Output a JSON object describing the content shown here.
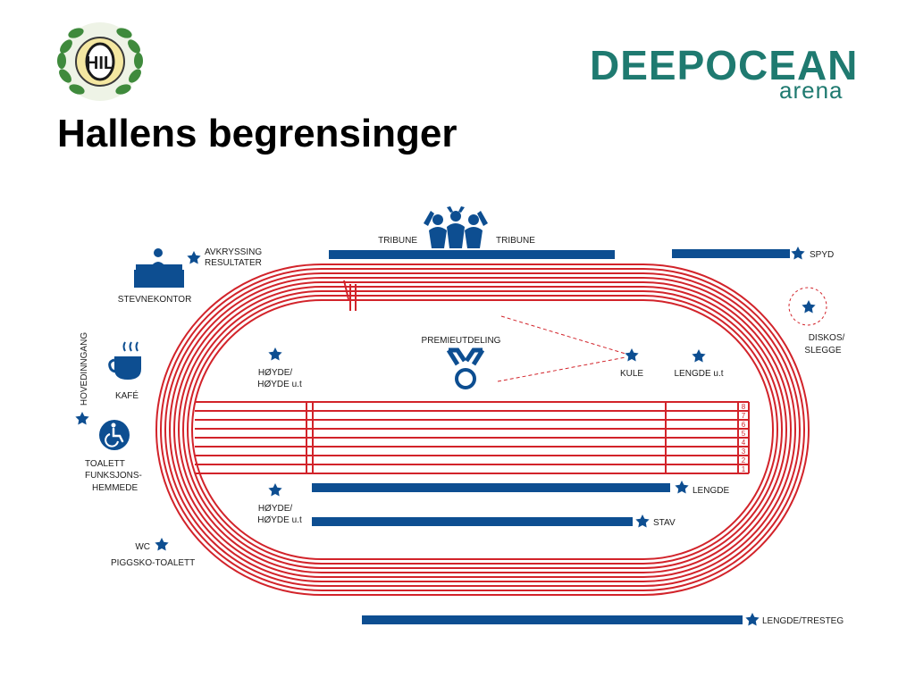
{
  "header": {
    "title": "Hallens begrensinger",
    "club_logo_text": "HIL",
    "brand": {
      "name": "DEEPOCEAN",
      "sub": "arena"
    }
  },
  "colors": {
    "track": "#d2232a",
    "navy": "#0d4e91",
    "brand_teal": "#1f7a70",
    "laurel": "#3f8a3c"
  },
  "labels": {
    "tribune_left": "TRIBUNE",
    "tribune_right": "TRIBUNE",
    "spyd": "SPYD",
    "avkryssing_1": "AVKRYSSING",
    "avkryssing_2": "RESULTATER",
    "stevnekontor": "STEVNEKONTOR",
    "diskos_1": "DISKOS/",
    "diskos_2": "SLEGGE",
    "premieutdeling": "PREMIEUTDELING",
    "kule": "KULE",
    "lengde_ut": "LENGDE u.t",
    "hoyde_top_1": "HØYDE/",
    "hoyde_top_2": "HØYDE u.t",
    "hovedinngang": "HOVEDINNGANG",
    "kafe": "KAFÉ",
    "toalett_1": "TOALETT",
    "toalett_2": "FUNKSJONS-",
    "toalett_3": "HEMMEDE",
    "lengde": "LENGDE",
    "hoyde_bot_1": "HØYDE/",
    "hoyde_bot_2": "HØYDE u.t",
    "stav": "STAV",
    "wc_1": "WC",
    "wc_2": "PIGGSKO-TOALETT",
    "lengde_tresteg": "LENGDE/TRESTEG"
  },
  "lane_numbers": [
    "8",
    "7",
    "6",
    "5",
    "4",
    "3",
    "2",
    "1"
  ]
}
